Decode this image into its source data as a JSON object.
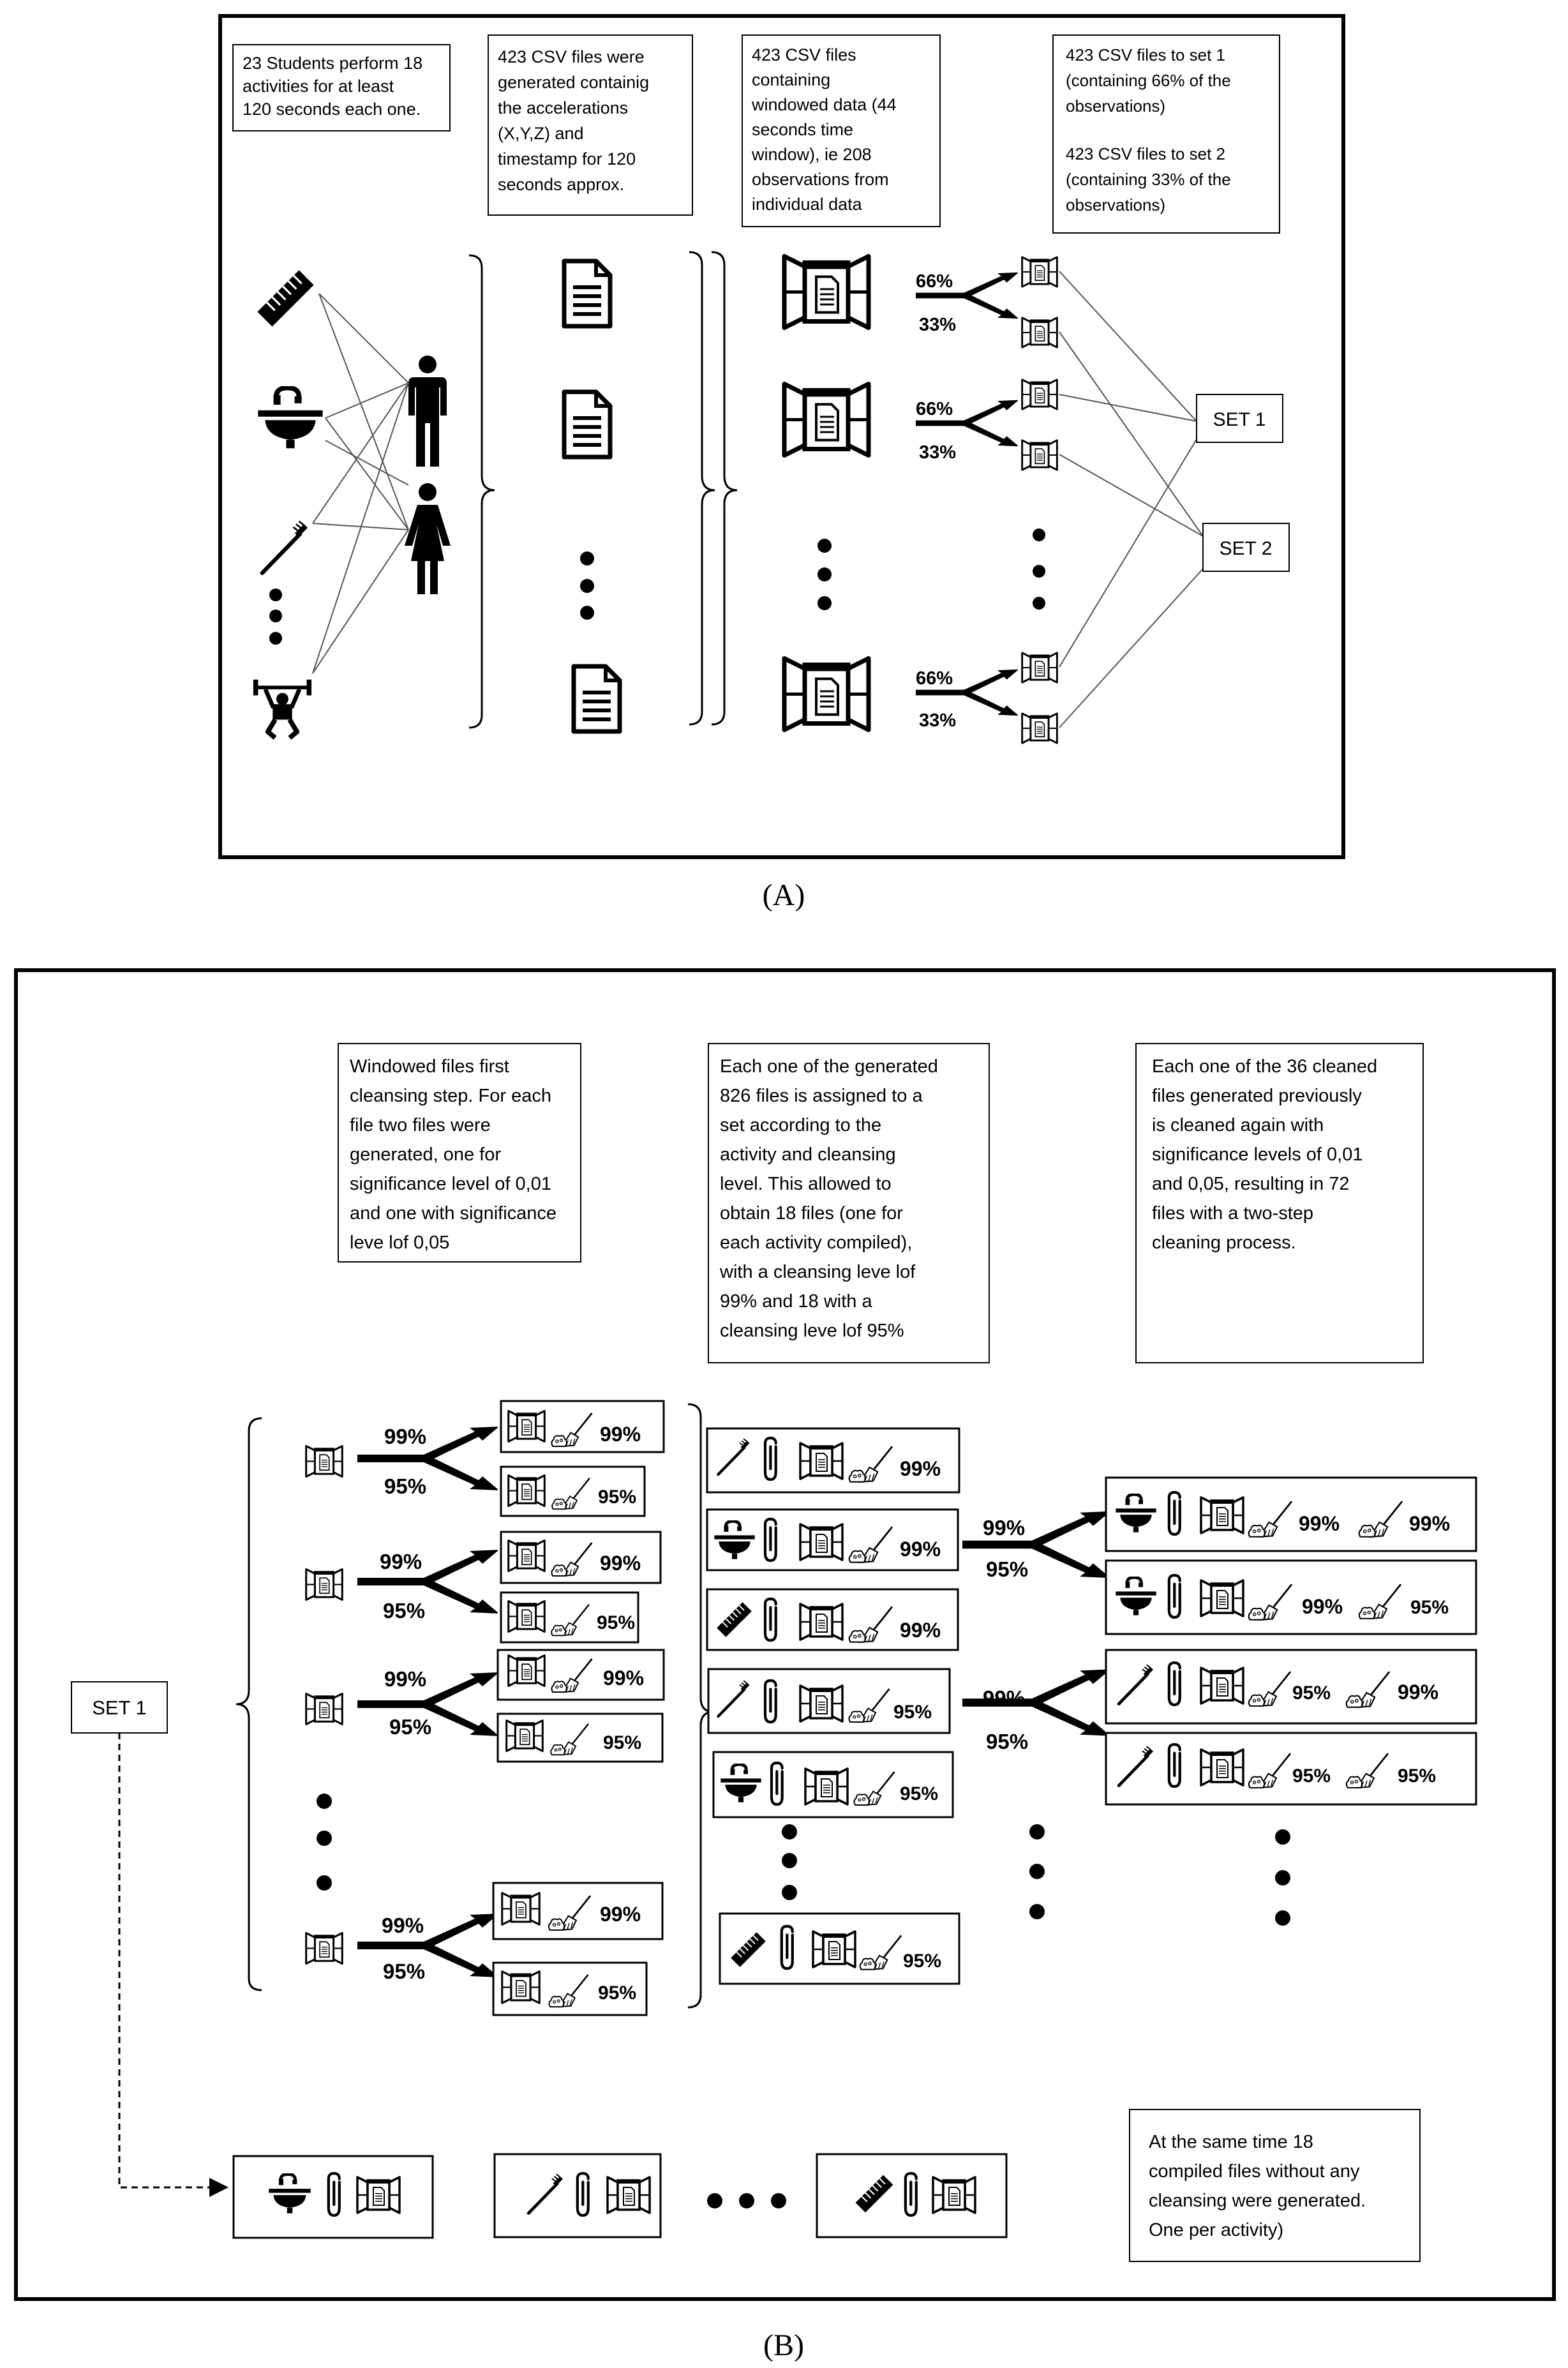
{
  "panel_a": {
    "caption": "(A)",
    "box1": [
      "23 Students perform 18",
      "activities for at least",
      "120 seconds each one."
    ],
    "box2": [
      "423 CSV files were",
      "generated containig",
      "the accelerations",
      "(X,Y,Z) and",
      "timestamp for 120",
      "seconds approx."
    ],
    "box3": [
      "423 CSV files",
      "containing",
      "windowed data (44",
      "seconds time",
      "window), ie 208",
      "observations from",
      "individual data"
    ],
    "box4": [
      "423 CSV files to set 1",
      "(containing 66% of the",
      "observations)",
      "",
      "423 CSV files to set 2",
      "(containing 33% of the",
      "observations)"
    ],
    "set1_label": "SET 1",
    "set2_label": "SET 2",
    "split_top": "66%",
    "split_bottom": "33%",
    "icons": [
      "comb-icon",
      "sink-icon",
      "toothbrush-icon",
      "weightlifter-icon",
      "man-icon",
      "woman-icon",
      "document-icon",
      "window-file-icon"
    ]
  },
  "panel_b": {
    "caption": "(B)",
    "box1": [
      "Windowed files first",
      "cleansing step. For each",
      "file two files were",
      "generated, one for",
      "significance level of 0,01",
      "and one with significance",
      "leve lof 0,05"
    ],
    "box2": [
      "Each one of the generated",
      "826 files is assigned to a",
      "set according to the",
      "activity and cleansing",
      "level. This allowed to",
      "obtain 18 files (one for",
      "each activity compiled),",
      "with a cleansing leve lof",
      "99% and 18 with a",
      "cleansing leve lof 95%"
    ],
    "box3": [
      "Each one of the 36 cleaned",
      "files generated previously",
      "is cleaned again with",
      "significance levels of 0,01",
      "and 0,05, resulting in 72",
      "files with a two-step",
      "cleaning process."
    ],
    "box4": [
      "At the same time 18",
      "compiled files without any",
      "cleansing were generated.",
      "One per activity)"
    ],
    "set1_label": "SET 1",
    "split_top": "99%",
    "split_bottom": "95%",
    "pct_99": "99%",
    "pct_95": "95%",
    "icons": [
      "window-file-icon",
      "broom-icon",
      "paperclip-icon",
      "sink-icon",
      "toothbrush-icon",
      "comb-icon"
    ]
  }
}
